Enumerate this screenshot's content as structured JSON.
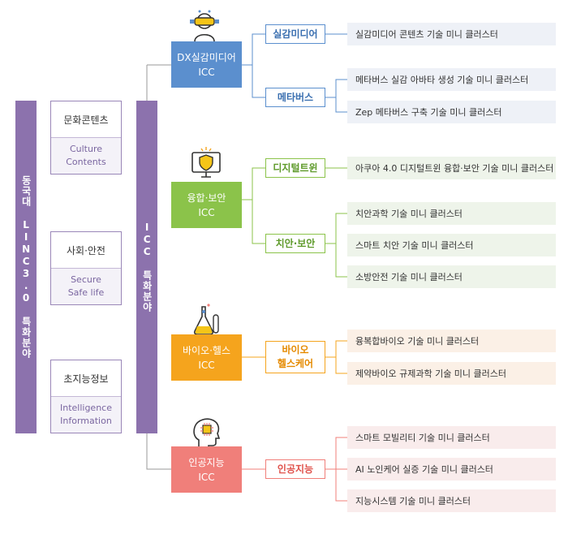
{
  "linc_label": "동국대 LINC3.0 특화분야",
  "icc_bar_label": "ICC 특화분야",
  "categories": [
    {
      "ko": "문화콘텐츠",
      "en1": "Culture",
      "en2": "Contents"
    },
    {
      "ko": "사회·안전",
      "en1": "Secure",
      "en2": "Safe life"
    },
    {
      "ko": "초지능정보",
      "en1": "Intelligence",
      "en2": "Information"
    }
  ],
  "iccs": [
    {
      "line1": "DX실감미디어",
      "line2": "ICC",
      "icon": "vr-headset-person-icon",
      "color": "#5b8fce"
    },
    {
      "line1": "융합·보안",
      "line2": "ICC",
      "icon": "monitor-shield-icon",
      "color": "#8bc34a"
    },
    {
      "line1": "바이오·헬스",
      "line2": "ICC",
      "icon": "lab-flask-icon",
      "color": "#f5a41d"
    },
    {
      "line1": "인공지능",
      "line2": "ICC",
      "icon": "ai-brain-chip-icon",
      "color": "#f07f7a"
    }
  ],
  "subs": [
    {
      "label1": "실감미디어",
      "label2": ""
    },
    {
      "label1": "메타버스",
      "label2": ""
    },
    {
      "label1": "디지털트윈",
      "label2": ""
    },
    {
      "label1": "치안·보안",
      "label2": ""
    },
    {
      "label1": "바이오",
      "label2": "헬스케어"
    },
    {
      "label1": "인공지능",
      "label2": ""
    }
  ],
  "leaves": [
    "실감미디어 콘텐츠 기술 미니 클러스터",
    "메타버스 실감 아바타 생성 기술 미니 클러스터",
    "Zep 메타버스 구축 기술 미니 클러스터",
    "아쿠아 4.0 디지털트윈 융합·보안 기술 미니 클러스터",
    "치안과학 기술 미니 클러스터",
    "스마트 치안 기술 미니 클러스터",
    "소방안전 기술 미니 클러스터",
    "융복합바이오 기술 미니 클러스터",
    "제약바이오 규제과학 기술 미니 클러스터",
    "스마트 모빌리티 기술 미니 클러스터",
    "AI 노인케어 실증 기술 미니 클러스터",
    "지능시스템 기술 미니 클러스터"
  ],
  "colors": {
    "purple": "#8c72ad",
    "blue": "#5b8fce",
    "green": "#8bc34a",
    "orange": "#f5a41d",
    "red": "#f07f7a"
  }
}
